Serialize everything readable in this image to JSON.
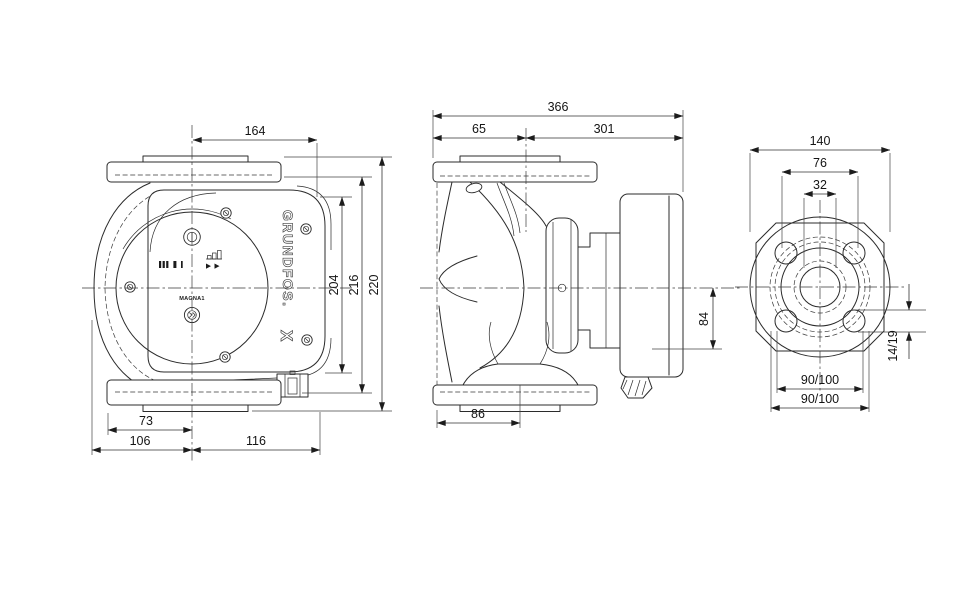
{
  "page": {
    "background": "#ffffff",
    "line_color": "#2b2b2b"
  },
  "drawing": {
    "product_label": "MAGNA1",
    "brand_wordmark": "GRUNDFOS.",
    "brand_logo_glyph": "X",
    "panel_icons": [
      "performance-bars-icon",
      "pump-curve-icon",
      "pump-mode-icons"
    ],
    "front_view": {
      "dim_top_width": "164",
      "dim_height_housing": "204",
      "dim_height_mid": "216",
      "dim_height_total": "220",
      "dim_base_inner": "73",
      "dim_base_left": "106",
      "dim_base_right": "116"
    },
    "side_view": {
      "dim_length_total": "366",
      "dim_length_front": "65",
      "dim_length_back": "301",
      "dim_below_axis": "84",
      "dim_base_depth": "86"
    },
    "flange_view": {
      "dim_width_outer": "140",
      "dim_width_face": "76",
      "dim_bore": "32",
      "dim_bolt_hole": "14/19",
      "dim_bolt_circle_1": "90/100",
      "dim_bolt_circle_2": "90/100"
    }
  }
}
